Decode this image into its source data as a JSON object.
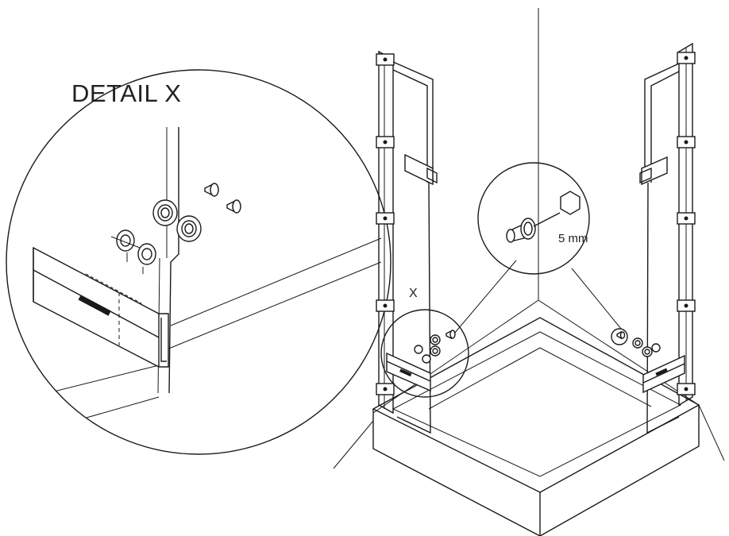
{
  "detail": {
    "title": "DETAIL X"
  },
  "callout": {
    "letter": "X",
    "dimension": "5 mm"
  },
  "icons": [
    "screw-icon",
    "hex-key-icon",
    "washer-icon",
    "hinge-bracket-icon"
  ]
}
